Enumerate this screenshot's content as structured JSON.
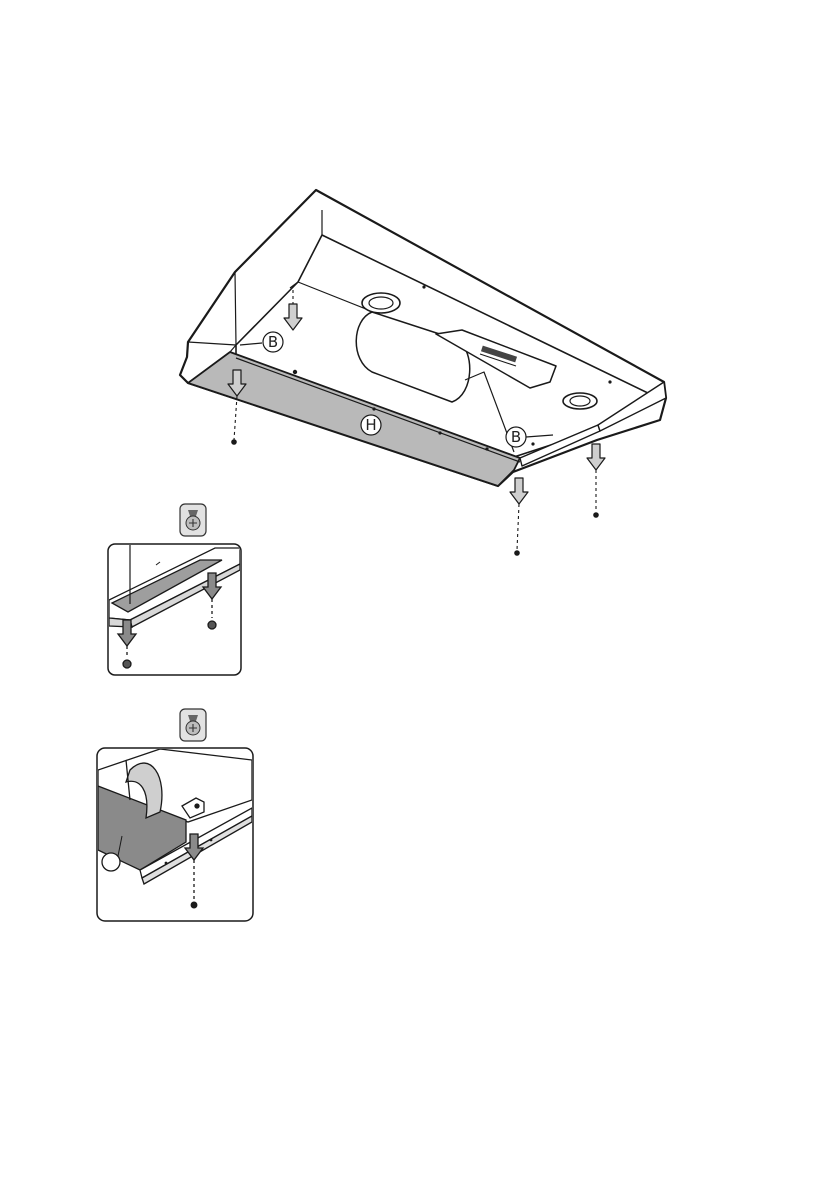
{
  "labels": {
    "bracket_left": "B",
    "bracket_right": "B",
    "panel": "H"
  },
  "icons": {
    "screwdriver": "screwdriver-icon"
  },
  "colors": {
    "line": "#1a1a1a",
    "panel_fill": "#b9b9b9",
    "arrow_fill": "#cfcfcf",
    "dark_fill": "#8a8a8a"
  }
}
